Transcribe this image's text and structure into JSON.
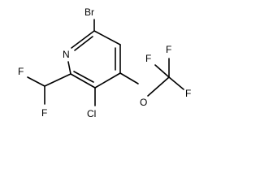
{
  "structure": {
    "atoms": {
      "bromine": "Br",
      "ring_nitrogen": "N",
      "chlorine": "Cl",
      "ether_oxygen": "O",
      "fluorine_1": "F",
      "fluorine_2": "F",
      "fluorine_3": "F",
      "fluorine_4": "F",
      "fluorine_5": "F"
    },
    "colors": {
      "ink": "#000000",
      "background": "#ffffff"
    }
  }
}
